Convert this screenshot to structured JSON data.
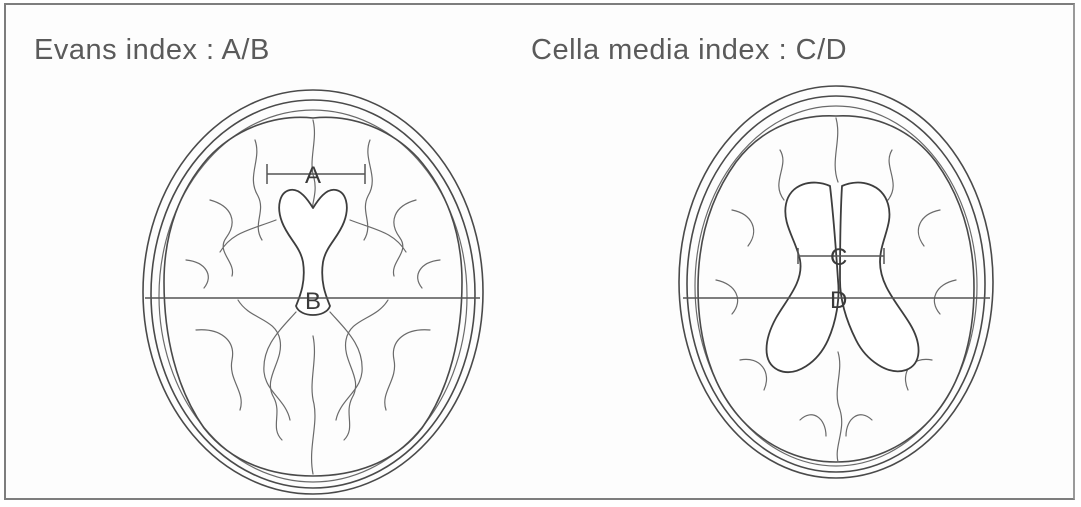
{
  "titles": {
    "left": "Evans index : A/B",
    "right": "Cella media index : C/D"
  },
  "labels": {
    "a": "A",
    "b": "B",
    "c": "C",
    "d": "D"
  },
  "colors": {
    "line": "#4a4a4a",
    "frame": "#7d7d7d"
  }
}
